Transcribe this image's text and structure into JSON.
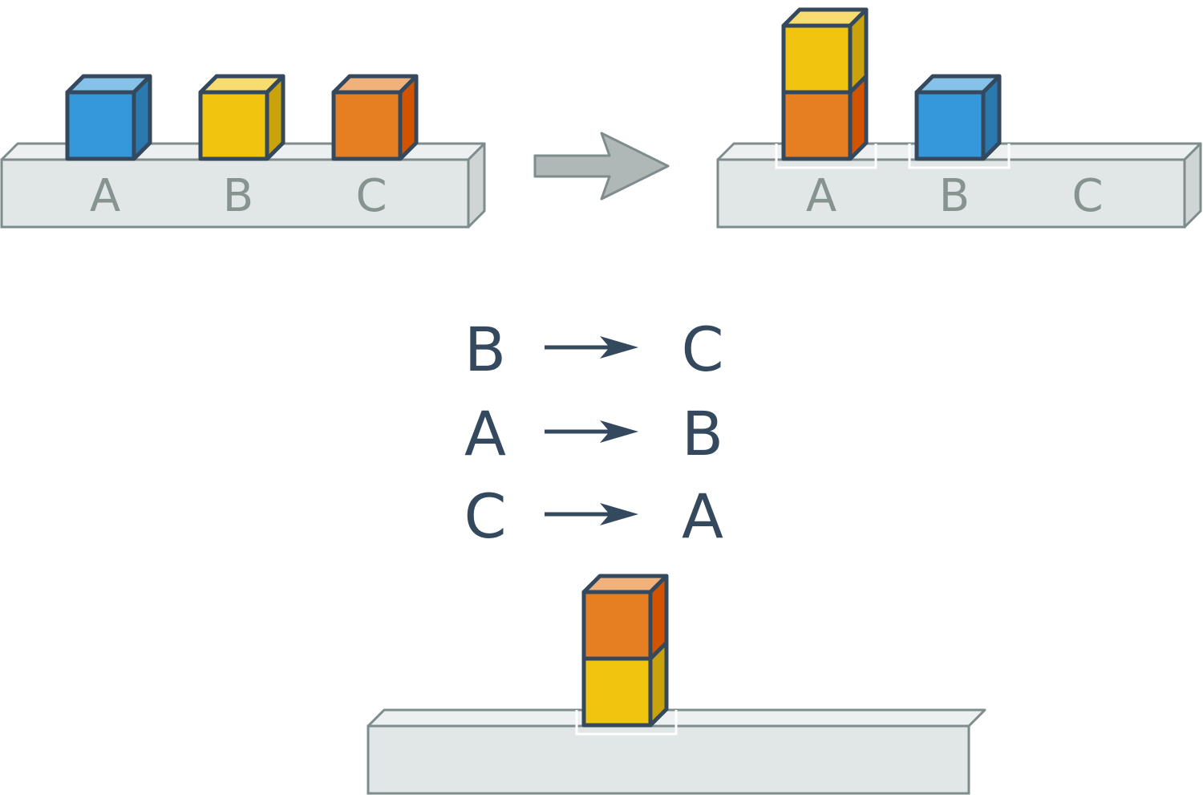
{
  "colors": {
    "blue": "#3498db",
    "blue_top": "#85c1e9",
    "blue_side": "#2a7ab0",
    "yellow": "#f1c40f",
    "yellow_top": "#f7dc6f",
    "yellow_side": "#c9a20c",
    "orange": "#e67e22",
    "orange_top": "#f0b27a",
    "orange_side": "#d35400",
    "outline": "#34495e",
    "shelf_fill": "#e1e6e6",
    "shelf_top": "#ecf0f1",
    "shelf_side": "#cfd5d5",
    "shelf_stroke": "#7f8c8d",
    "arrow_fill": "#b0b8b7",
    "arrow_stroke": "#7f8c8d"
  },
  "initial_shelf": {
    "labels": [
      "A",
      "B",
      "C"
    ],
    "blocks": [
      "blue",
      "yellow",
      "orange"
    ]
  },
  "result_shelf": {
    "labels": [
      "A",
      "B",
      "C"
    ],
    "stacks": [
      [
        "orange",
        "yellow"
      ],
      [
        "blue"
      ],
      []
    ]
  },
  "mapping": [
    {
      "from": "B",
      "to": "C"
    },
    {
      "from": "A",
      "to": "B"
    },
    {
      "from": "C",
      "to": "A"
    }
  ],
  "final_shelf": {
    "stack": [
      "yellow",
      "orange"
    ]
  }
}
